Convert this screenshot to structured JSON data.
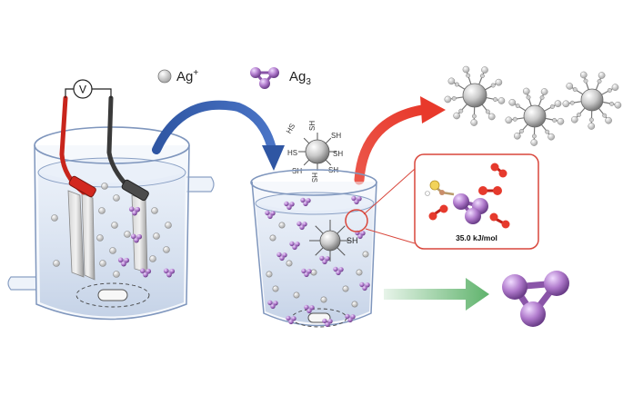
{
  "voltmeter": {
    "symbol": "V"
  },
  "legend": {
    "ag_ion": {
      "text": "Ag",
      "superscript": "+",
      "icon": "grey-sphere-icon"
    },
    "ag3": {
      "text": "Ag",
      "subscript": "3",
      "icon": "purple-trimer-icon"
    }
  },
  "ligand_labels": [
    "HS",
    "SH",
    "SH",
    "HS",
    "SH",
    "SH",
    "HS",
    "SH"
  ],
  "beaker_sh_label": "SH",
  "inset": {
    "energy_label": "35.0 kJ/mol"
  },
  "colors": {
    "silver": "#bdbdbd",
    "ag3_purple": "#b07acc",
    "blue_arrow": "#2f56a3",
    "red_arrow": "#e8392b",
    "green_arrow": "#5fb36c",
    "inset_border": "#d9473c"
  }
}
